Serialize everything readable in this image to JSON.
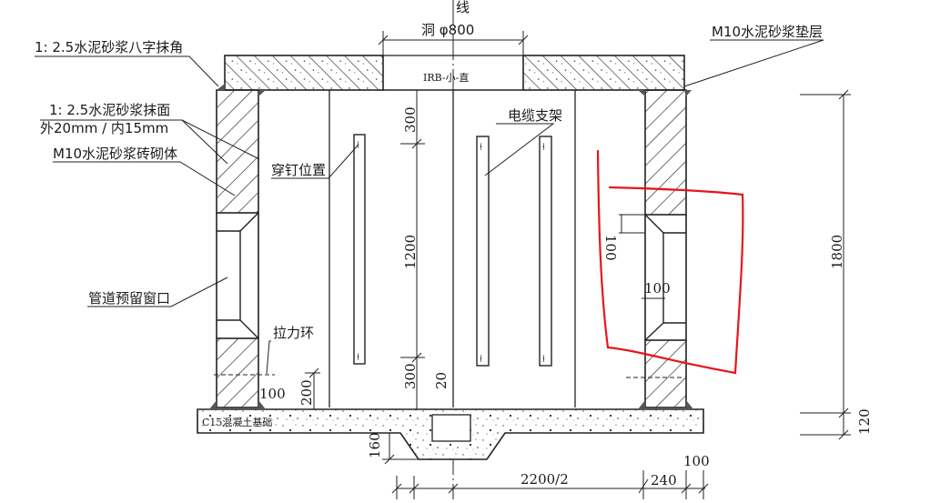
{
  "drawing": {
    "title_fragment": "线",
    "opening_label": "洞 φ800",
    "cover_label": "IRB-小-直",
    "labels": {
      "chamfer": "1: 2.5水泥砂浆八字抹角",
      "plaster_line1": "1: 2.5水泥砂浆抹面",
      "plaster_line2": "外20mm / 内15mm",
      "masonry": "M10水泥砂浆砖砌体",
      "bedding": "M10水泥砂浆垫层",
      "nail_position": "穿钉位置",
      "cable_bracket": "电缆支架",
      "pipe_window": "管道预留窗口",
      "pull_ring": "拉力环",
      "foundation": "C15混凝土基础"
    },
    "dimensions": {
      "top_300": "300",
      "mid_1200": "1200",
      "bottom_300": "300",
      "sump_20": "20",
      "ring_100": "100",
      "ring_200": "200",
      "sump_160": "160",
      "half_width": "2200/2",
      "wall_240": "240",
      "edge_100": "100",
      "window_100_v": "100",
      "window_100_h": "100",
      "height_1800": "1800",
      "base_120": "120"
    },
    "annotation": {
      "color": "#e8141c",
      "shape": "hand-drawn rectangle around right pipe window"
    }
  }
}
